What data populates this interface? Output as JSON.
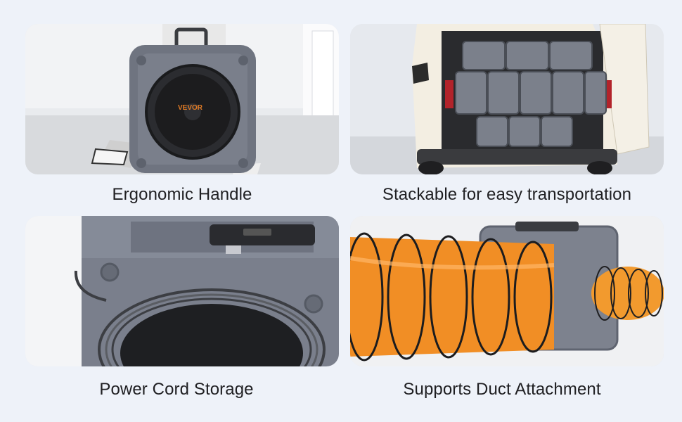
{
  "features": [
    {
      "caption": "Ergonomic Handle",
      "brand": "VEVOR"
    },
    {
      "caption": "Stackable for easy transportation"
    },
    {
      "caption": "Power Cord Storage"
    },
    {
      "caption": "Supports Duct Attachment"
    }
  ]
}
